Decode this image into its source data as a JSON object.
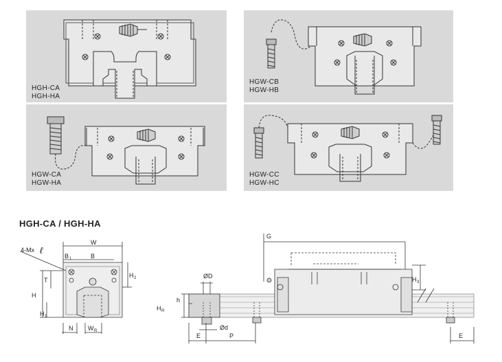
{
  "panels": [
    {
      "id": "hgh-ca",
      "line1": "HGH-CA",
      "line2": "HGH-HA"
    },
    {
      "id": "hgw-cb",
      "line1": "HGW-CB",
      "line2": "HGW-HB"
    },
    {
      "id": "hgw-ca",
      "line1": "HGW-CA",
      "line2": "HGW-HA"
    },
    {
      "id": "hgw-cc",
      "line1": "HGW-CC",
      "line2": "HGW-HC"
    }
  ],
  "section_title": "HGH-CA / HGH-HA",
  "dims": {
    "four_m": "4-Mx",
    "ell": "ℓ",
    "W": "W",
    "B1": "B",
    "B1_sub": "1",
    "B": "B",
    "T": "T",
    "H2": "H",
    "H2_sub": "2",
    "H": "H",
    "H1": "H",
    "H1_sub": "1",
    "N": "N",
    "WR": "W",
    "WR_sub": "R",
    "G": "G",
    "H3": "H",
    "H3_sub": "3",
    "phiD": "ØD",
    "h": "h",
    "HR": "H",
    "HR_sub": "R",
    "phid": "Ød",
    "E": "E",
    "P": "P",
    "E2": "E"
  }
}
